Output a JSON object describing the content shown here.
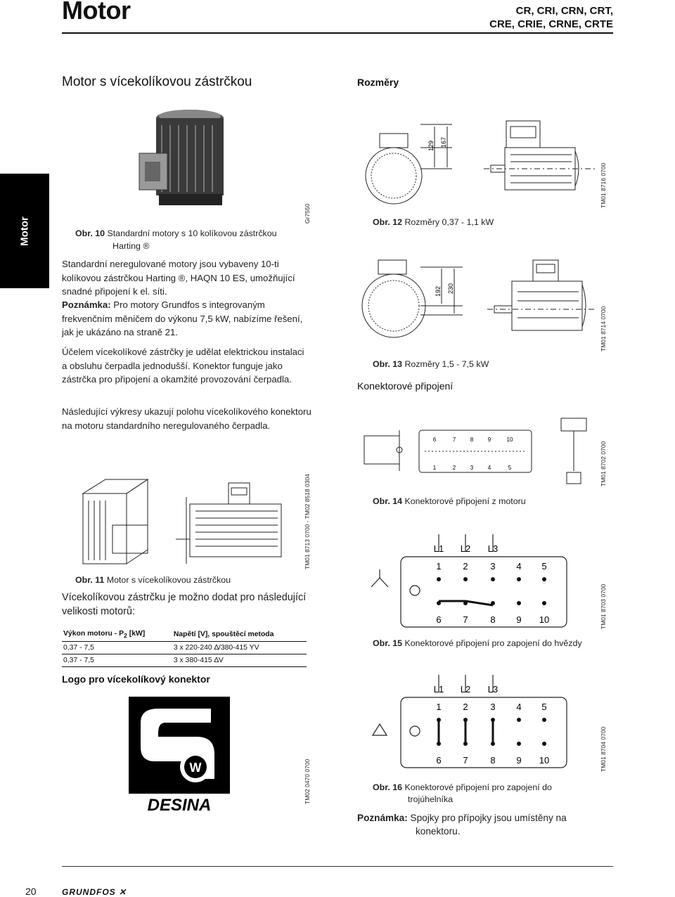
{
  "header": {
    "title": "Motor",
    "models_line1": "CR, CRI, CRN, CRT,",
    "models_line2": "CRE, CRIE, CRNE, CRTE"
  },
  "sidetab": "Motor",
  "left": {
    "heading": "Motor s vícekolíkovou zástrčkou",
    "fig10_tag": "Gr7550",
    "fig10_label": "Obr. 10",
    "fig10_caption_l1": "Standardní motory s 10 kolíkovou zástrčkou",
    "fig10_caption_l2": "Harting ®",
    "p1": "Standardní neregulované motory jsou vybaveny 10-ti kolíkovou zástrčkou Harting ®, HAQN 10 ES, umožňující snadné připojení k el. síti.",
    "note_label": "Poznámka:",
    "note_text": " Pro motory Grundfos s integrovaným frekvenčním měničem do výkonu 7,5 kW, nabízíme řešení, jak je ukázáno na straně 21.",
    "p2": "Účelem vícekolíkové zástrčky je udělat elektrickou instalaci a obsluhu čerpadla jednodušší. Konektor funguje jako zástrčka pro připojení a okamžité provozování čerpadla.",
    "p3": "Následující výkresy ukazují polohu vícekolíkového konektoru na motoru standardního neregulovaného čerpadla.",
    "fig11_tag": "TM01 8713 0700 - TM02 8518 0304",
    "fig11_label": "Obr. 11",
    "fig11_caption": "Motor s vícekolíkovou zástrčkou",
    "p4": "Vícekolíkovou zástrčku je možno dodat pro následující velikosti motorů:",
    "table": {
      "col1": "Výkon motoru - P",
      "col1_sub": "2",
      "col1_unit": " [kW]",
      "col2": "Napětí [V], spouštěcí metoda",
      "rows": [
        [
          "0,37 - 7,5",
          "3 x 220-240 ∆/380-415 YV"
        ],
        [
          "0,37 - 7,5",
          "3 x 380-415 ∆V"
        ]
      ]
    },
    "logo_heading": "Logo pro vícekolíkový konektor",
    "logo_text": "DESINA",
    "logo_tag": "TM02 0470 0700"
  },
  "right": {
    "heading": "Rozměry",
    "fig12_label": "Obr. 12",
    "fig12_caption": "Rozměry 0,37 - 1,1 kW",
    "fig12_tag": "TM01 8716 0700",
    "fig12_dim1": "129",
    "fig12_dim2": "167",
    "fig13_label": "Obr. 13",
    "fig13_caption": "Rozměry 1,5 - 7,5 kW",
    "fig13_tag": "TM01 8714 0700",
    "fig13_dim1": "192",
    "fig13_dim2": "230",
    "conn_heading": "Konektorové připojení",
    "fig14_label": "Obr. 14",
    "fig14_caption": "Konektorové připojení z motoru",
    "fig14_tag": "TM01 8702 0700",
    "fig15_label": "Obr. 15",
    "fig15_caption": "Konektorové připojení pro zapojení do hvězdy",
    "fig15_tag": "TM01 8703 0700",
    "fig16_label": "Obr. 16",
    "fig16_caption_l1": "Konektorové připojení pro zapojení do",
    "fig16_caption_l2": "trojúhelníka",
    "fig16_tag": "TM01 8704 0700",
    "phases": [
      "L1",
      "L2",
      "L3"
    ],
    "pins_top": [
      "1",
      "2",
      "3",
      "4",
      "5"
    ],
    "pins_bottom": [
      "6",
      "7",
      "8",
      "9",
      "10"
    ],
    "pins_small_top": [
      "6",
      "7",
      "8",
      "9",
      "10"
    ],
    "pins_small_bottom": [
      "1",
      "2",
      "3",
      "4",
      "5"
    ],
    "note_label": "Poznámka:",
    "note_l1": " Spojky pro přípojky jsou umístěny na",
    "note_l2": "konektoru."
  },
  "footer": {
    "page_number": "20",
    "brand": "GRUNDFOS"
  }
}
